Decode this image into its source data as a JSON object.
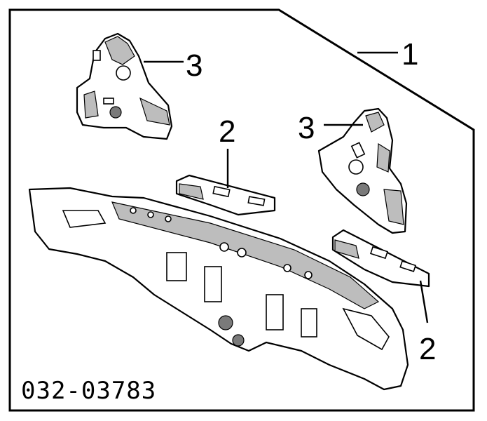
{
  "diagram": {
    "callouts": [
      {
        "id": "c1",
        "text": "1"
      },
      {
        "id": "c2a",
        "text": "2"
      },
      {
        "id": "c2b",
        "text": "2"
      },
      {
        "id": "c3a",
        "text": "3"
      },
      {
        "id": "c3b",
        "text": "3"
      }
    ],
    "part_number": "032-03783",
    "colors": {
      "line": "#000000",
      "shade": "#bdbdbd",
      "background": "#ffffff"
    }
  }
}
